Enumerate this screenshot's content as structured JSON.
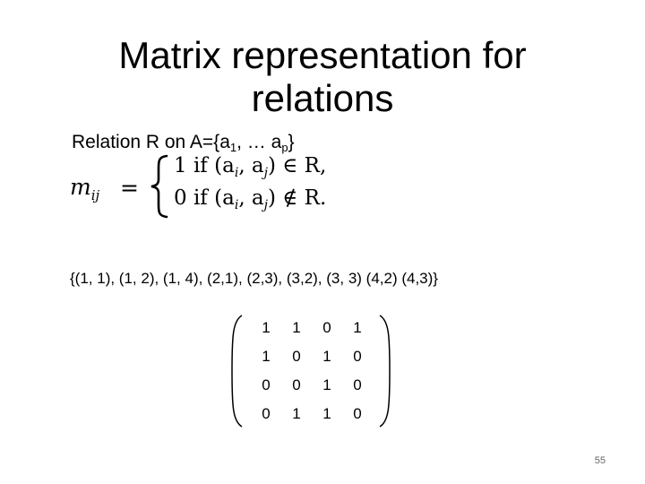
{
  "slide": {
    "title": "Matrix representation for relations",
    "relation_text_prefix": "Relation R on  A={a",
    "relation_sub_1": "1",
    "relation_mid": ", … a",
    "relation_sub_p": "p",
    "relation_suffix": "}",
    "formula": {
      "lhs_var": "m",
      "lhs_sub": "ij",
      "equals": "=",
      "case1_value": "1",
      "case1_condition": "if (a",
      "case1_sub_a": "i",
      "case1_mid": ", a",
      "case1_sub_b": "j",
      "case1_tail": ") ∈ R,",
      "case2_value": "0",
      "case2_condition": "if (a",
      "case2_sub_a": "i",
      "case2_mid": ", a",
      "case2_sub_b": "j",
      "case2_tail": ") ∉ R."
    },
    "pairs_text": "{(1, 1), (1, 2),  (1, 4),  (2,1),  (2,3), (3,2), (3, 3) (4,2) (4,3)}",
    "matrix": {
      "rows": [
        [
          "1",
          "1",
          "0",
          "1"
        ],
        [
          "1",
          "0",
          "1",
          "0"
        ],
        [
          "0",
          "0",
          "1",
          "0"
        ],
        [
          "0",
          "1",
          "1",
          "0"
        ]
      ]
    },
    "page_number": "55"
  }
}
